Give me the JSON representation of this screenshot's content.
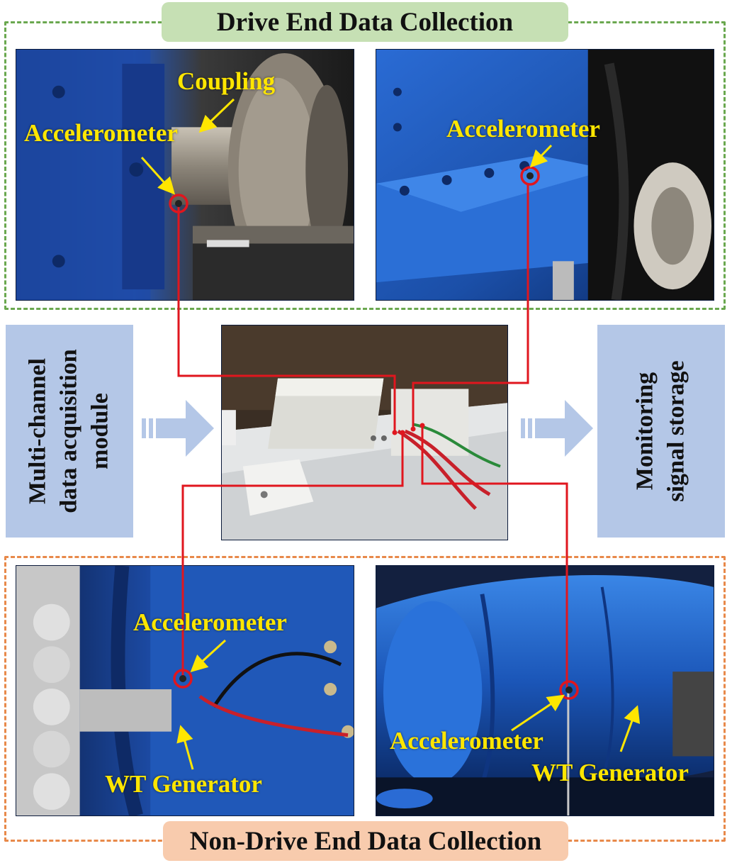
{
  "groups": {
    "drive_end": {
      "title": "Drive End Data Collection",
      "color": "#6aa84f",
      "fill": "#c6e0b4"
    },
    "non_drive_end": {
      "title": "Non-Drive End Data Collection",
      "color": "#e8894a",
      "fill": "#f8cbad"
    }
  },
  "side_boxes": {
    "left": {
      "lines": [
        "Multi-channel",
        "data acquisition",
        "module"
      ]
    },
    "right": {
      "lines": [
        "Monitoring",
        "signal storage"
      ]
    }
  },
  "labels": {
    "coupling": "Coupling",
    "accelerometer": "Accelerometer",
    "wt_generator": "WT Generator"
  },
  "colors": {
    "wire": "#e0161e",
    "label_text": "#ffe600",
    "arrow": "#b4c7e7",
    "machine_blue": "#1d4fa8"
  },
  "icons": {
    "sensor_marker": "red-circle",
    "pointer": "yellow-arrow",
    "flow": "block-arrow-right"
  }
}
